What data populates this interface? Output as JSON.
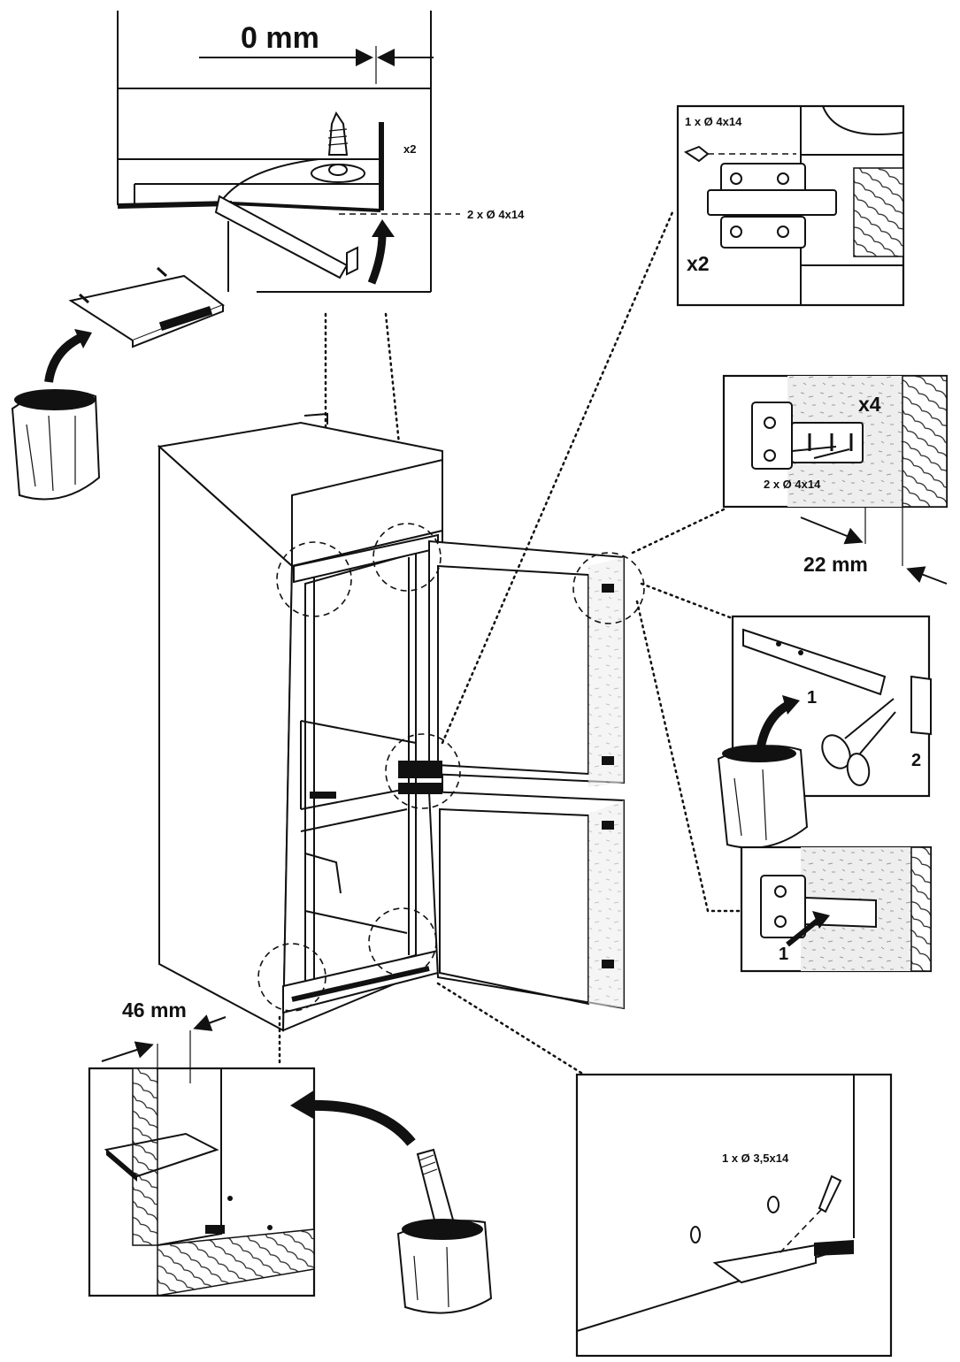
{
  "labels": {
    "top_gap": "0 mm",
    "top_qty": "x2",
    "top_screws": "2 x Ø 4x14",
    "hinge_screw": "1 x Ø 4x14",
    "hinge_qty": "x2",
    "bracket_qty": "x4",
    "bracket_screws": "2 x Ø 4x14",
    "side_gap": "22 mm",
    "step_one_a": "1",
    "step_two": "2",
    "step_one_b": "1",
    "bottom_gap": "46 mm",
    "floor_screw": "1 x  Ø 3,5x14"
  },
  "colors": {
    "ink": "#111111",
    "paper": "#ffffff"
  }
}
